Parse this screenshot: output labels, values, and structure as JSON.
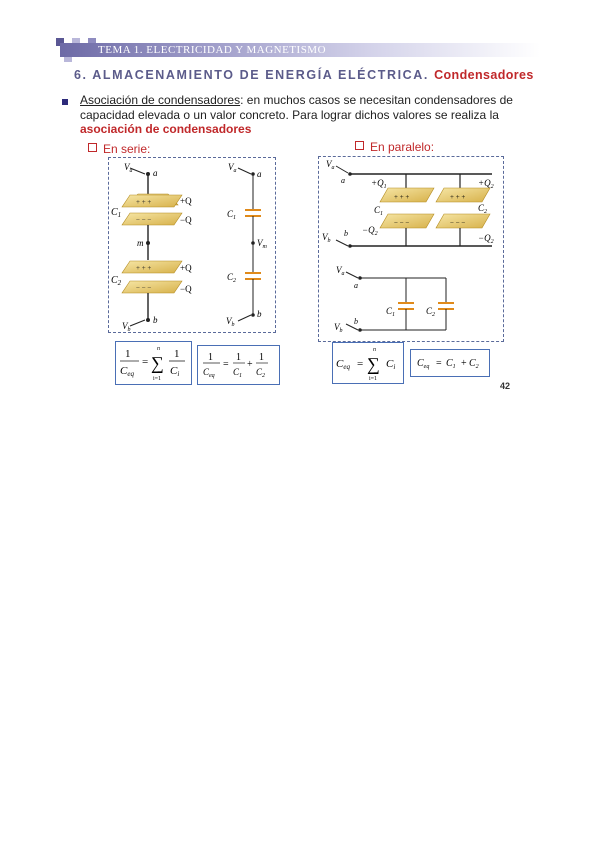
{
  "header": {
    "title": "TEMA 1. ELECTRICIDAD Y MAGNETISMO",
    "colors": {
      "band_dark": "#6d6aa6",
      "squares": "#5a5794"
    }
  },
  "section": {
    "number_text": "6. ALMACENAMIENTO DE ENERGÍA ELÉCTRICA.",
    "highlight": "Condensadores",
    "colors": {
      "main": "#5b5b8a",
      "highlight": "#c0282a"
    }
  },
  "paragraph": {
    "link_text": "Asociación de condensadores",
    "text": ": en muchos casos se necesitan condensadores de capacidad elevada o un valor concreto. Para lograr dichos valores se realiza la ",
    "bold_red": "asociación de condensadores"
  },
  "subsections": {
    "serie": "En serie:",
    "paralelo": "En paralelo:"
  },
  "serie_diagram": {
    "va": "V",
    "va_sub": "a",
    "vb": "V",
    "vb_sub": "b",
    "node_a": "a",
    "node_m": "m",
    "node_b": "b",
    "c1": "C",
    "c1_sub": "1",
    "c2": "C",
    "c2_sub": "2",
    "plus_q": "+Q",
    "minus_q": "−Q",
    "circuit_c1": "C",
    "circuit_c1_sub": "1",
    "circuit_c2": "C",
    "circuit_c2_sub": "2",
    "circuit_vm": "V",
    "circuit_vm_sub": "m",
    "circuit_va": "V",
    "circuit_va_sub": "a",
    "circuit_vb": "V",
    "circuit_vb_sub": "b",
    "circuit_node_a": "a",
    "circuit_node_b": "b"
  },
  "paralelo_diagram": {
    "va": "V",
    "va_sub": "a",
    "vb": "V",
    "vb_sub": "b",
    "node_a": "a",
    "node_b": "b",
    "q1_plus": "+Q",
    "q1_sub": "1",
    "q1_minus": "−Q",
    "q2_plus": "+Q",
    "q2_sub": "2",
    "q2_minus": "−Q",
    "c1": "C",
    "c1_sub": "1",
    "c2": "C",
    "c2_sub": "2",
    "circuit_va": "V",
    "circuit_va_sub": "a",
    "circuit_vb": "V",
    "circuit_vb_sub": "b",
    "circuit_node_a": "a",
    "circuit_node_b": "b",
    "circuit_c1": "C",
    "circuit_c1_sub": "1",
    "circuit_c2": "C",
    "circuit_c2_sub": "2"
  },
  "formulas": {
    "serie_general": {
      "lhs_num": "1",
      "lhs_den": "C",
      "lhs_den_sub": "eq",
      "sum_top": "n",
      "sum_bottom": "i=1",
      "rhs_num": "1",
      "rhs_den": "C",
      "rhs_den_sub": "i"
    },
    "serie_two": {
      "lhs_num": "1",
      "lhs_den": "C",
      "lhs_den_sub": "eq",
      "t1_num": "1",
      "t1_den": "C",
      "t1_den_sub": "1",
      "t2_num": "1",
      "t2_den": "C",
      "t2_den_sub": "2"
    },
    "paralelo_general": {
      "lhs": "C",
      "lhs_sub": "eq",
      "sum_top": "n",
      "sum_bottom": "i=1",
      "rhs": "C",
      "rhs_sub": "i"
    },
    "paralelo_two": {
      "lhs": "C",
      "lhs_sub": "eq",
      "t1": "C",
      "t1_sub": "1",
      "t2": "C",
      "t2_sub": "2"
    }
  },
  "page_number": "42"
}
